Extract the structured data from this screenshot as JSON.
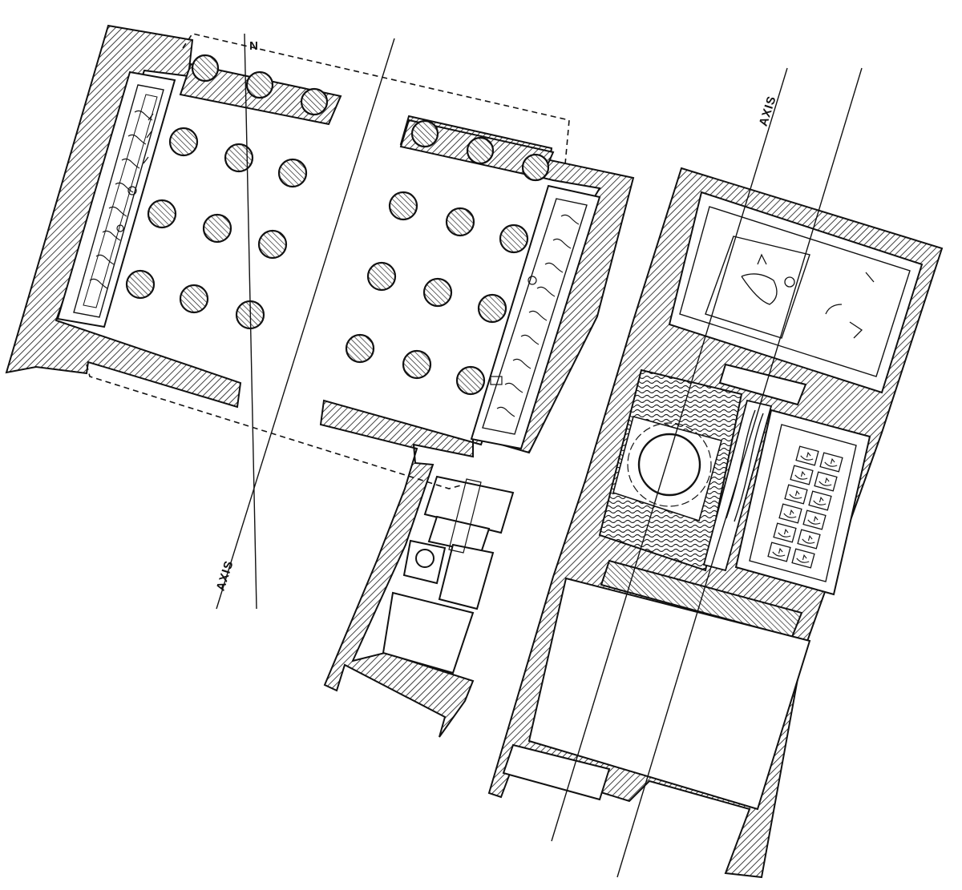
{
  "labels": {
    "north": "N",
    "axis_left": "AXIS",
    "axis_right": "AXIS"
  },
  "colors": {
    "ink": "#111111",
    "paper": "#ffffff"
  },
  "hall_west": {
    "columns": 12,
    "portico_columns": 3
  },
  "hall_east": {
    "columns": 12,
    "portico_columns": 3
  },
  "shrine": {
    "relief_tiles": 12
  }
}
